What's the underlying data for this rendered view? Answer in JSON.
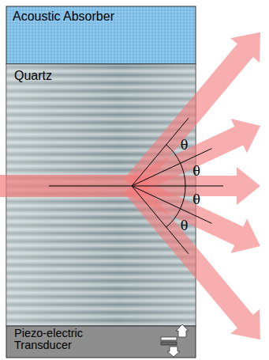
{
  "diagram": {
    "nodes": [
      {
        "text": [
          "Acoustic Absorber"
        ]
      },
      {
        "text": [
          "Quartz"
        ]
      },
      {
        "text": [
          "Piezo-electric Transducer"
        ]
      }
    ],
    "labels": [
      "θ",
      "θ",
      "θ",
      "θ"
    ]
  }
}
